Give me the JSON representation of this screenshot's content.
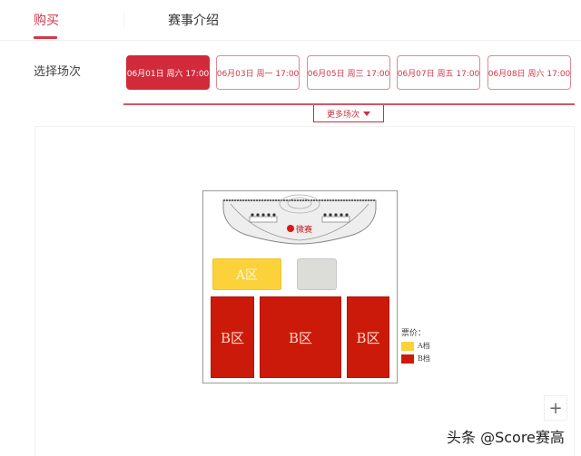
{
  "tabs": [
    {
      "label": "购买",
      "active": true
    },
    {
      "label": "赛事介绍",
      "active": false
    }
  ],
  "session_selector": {
    "label": "选择场次",
    "sessions": [
      {
        "label": "06月01日 周六 17:00",
        "selected": true
      },
      {
        "label": "06月03日 周一 17:00",
        "selected": false
      },
      {
        "label": "06月05日 周三 17:00",
        "selected": false
      },
      {
        "label": "06月07日 周五 17:00",
        "selected": false
      },
      {
        "label": "06月08日 周六 17:00",
        "selected": false
      }
    ],
    "more_label": "更多场次",
    "more_icon": "caret-down-icon"
  },
  "seat_map": {
    "stage_logo_text": "微赛",
    "zones": [
      {
        "label": "A区",
        "tier": "A档"
      },
      {
        "label": "",
        "tier": "unavailable"
      },
      {
        "label": "B区",
        "tier": "B档"
      },
      {
        "label": "B区",
        "tier": "B档"
      },
      {
        "label": "B区",
        "tier": "B档"
      }
    ],
    "legend": {
      "title": "票价：",
      "items": [
        {
          "label": "A档",
          "color": "#fbd23a"
        },
        {
          "label": "B档",
          "color": "#cc1a0a"
        }
      ]
    },
    "zoom_in_label": "+"
  },
  "colors": {
    "accent": "#d0384a",
    "selected_session": "#d12a3b",
    "tier_a": "#fbd23a",
    "tier_b": "#cc1a0a",
    "unavailable": "#dcdcd8"
  },
  "watermark": "头条 @Score赛高"
}
